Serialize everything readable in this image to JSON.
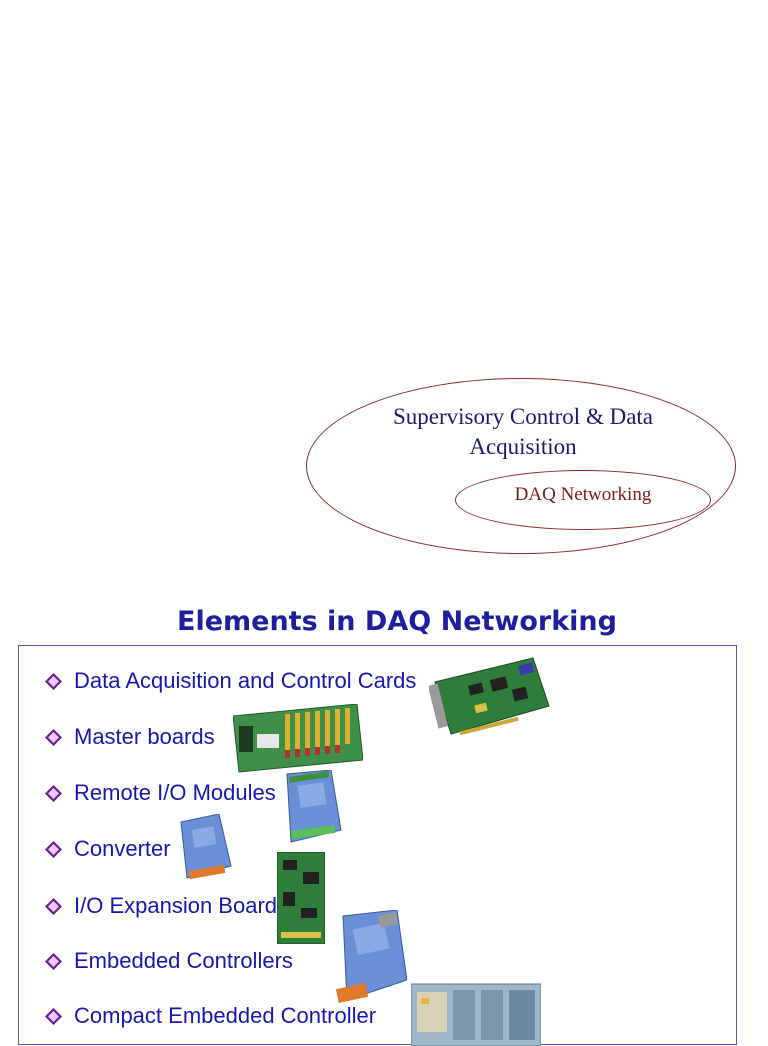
{
  "diagram": {
    "outer_label": "Supervisory Control & Data Acquisition",
    "inner_label": "DAQ Networking"
  },
  "slide": {
    "title": "Elements in DAQ Networking",
    "items": [
      {
        "label": "Data Acquisition and Control Cards"
      },
      {
        "label": "Master boards"
      },
      {
        "label": "Remote I/O Modules"
      },
      {
        "label": "Converter"
      },
      {
        "label": "I/O Expansion Board"
      },
      {
        "label": "Embedded Controllers"
      },
      {
        "label": "Compact Embedded Controller"
      }
    ]
  },
  "colors": {
    "ellipse": "#8b2a2a",
    "title": "#1f1f9c",
    "bullet_text": "#1717b0"
  }
}
